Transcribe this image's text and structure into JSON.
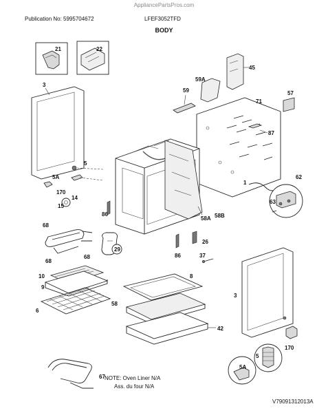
{
  "header": {
    "watermark": "AppliancePartsPros.com",
    "publication": "Publication No: 5995704672",
    "model": "LFEF3052TFD",
    "section_title": "BODY"
  },
  "callouts": {
    "p21": "21",
    "p22": "22",
    "p3a": "3",
    "p45": "45",
    "p59a": "59A",
    "p59": "59",
    "p57": "57",
    "p71": "71",
    "p87": "87",
    "p5": "5",
    "p5a": "5A",
    "p170": "170",
    "p14": "14",
    "p15": "15",
    "p1": "1",
    "p62": "62",
    "p63": "63",
    "p86a": "86",
    "p58a": "58A",
    "p58b": "58B",
    "p68a": "68",
    "p68b": "68",
    "p68c": "68",
    "p29": "29",
    "p26": "26",
    "p86b": "86",
    "p37": "37",
    "p10": "10",
    "p9": "9",
    "p6": "6",
    "p8": "8",
    "p58": "58",
    "p42": "42",
    "p3b": "3",
    "p170b": "170",
    "p5ab": "5A",
    "p5b": "5",
    "p67": "67"
  },
  "note": {
    "line1": "NOTE: Oven Liner N/A",
    "line2": "Ass. du four N/A"
  },
  "footer_code": "V79091312013A"
}
